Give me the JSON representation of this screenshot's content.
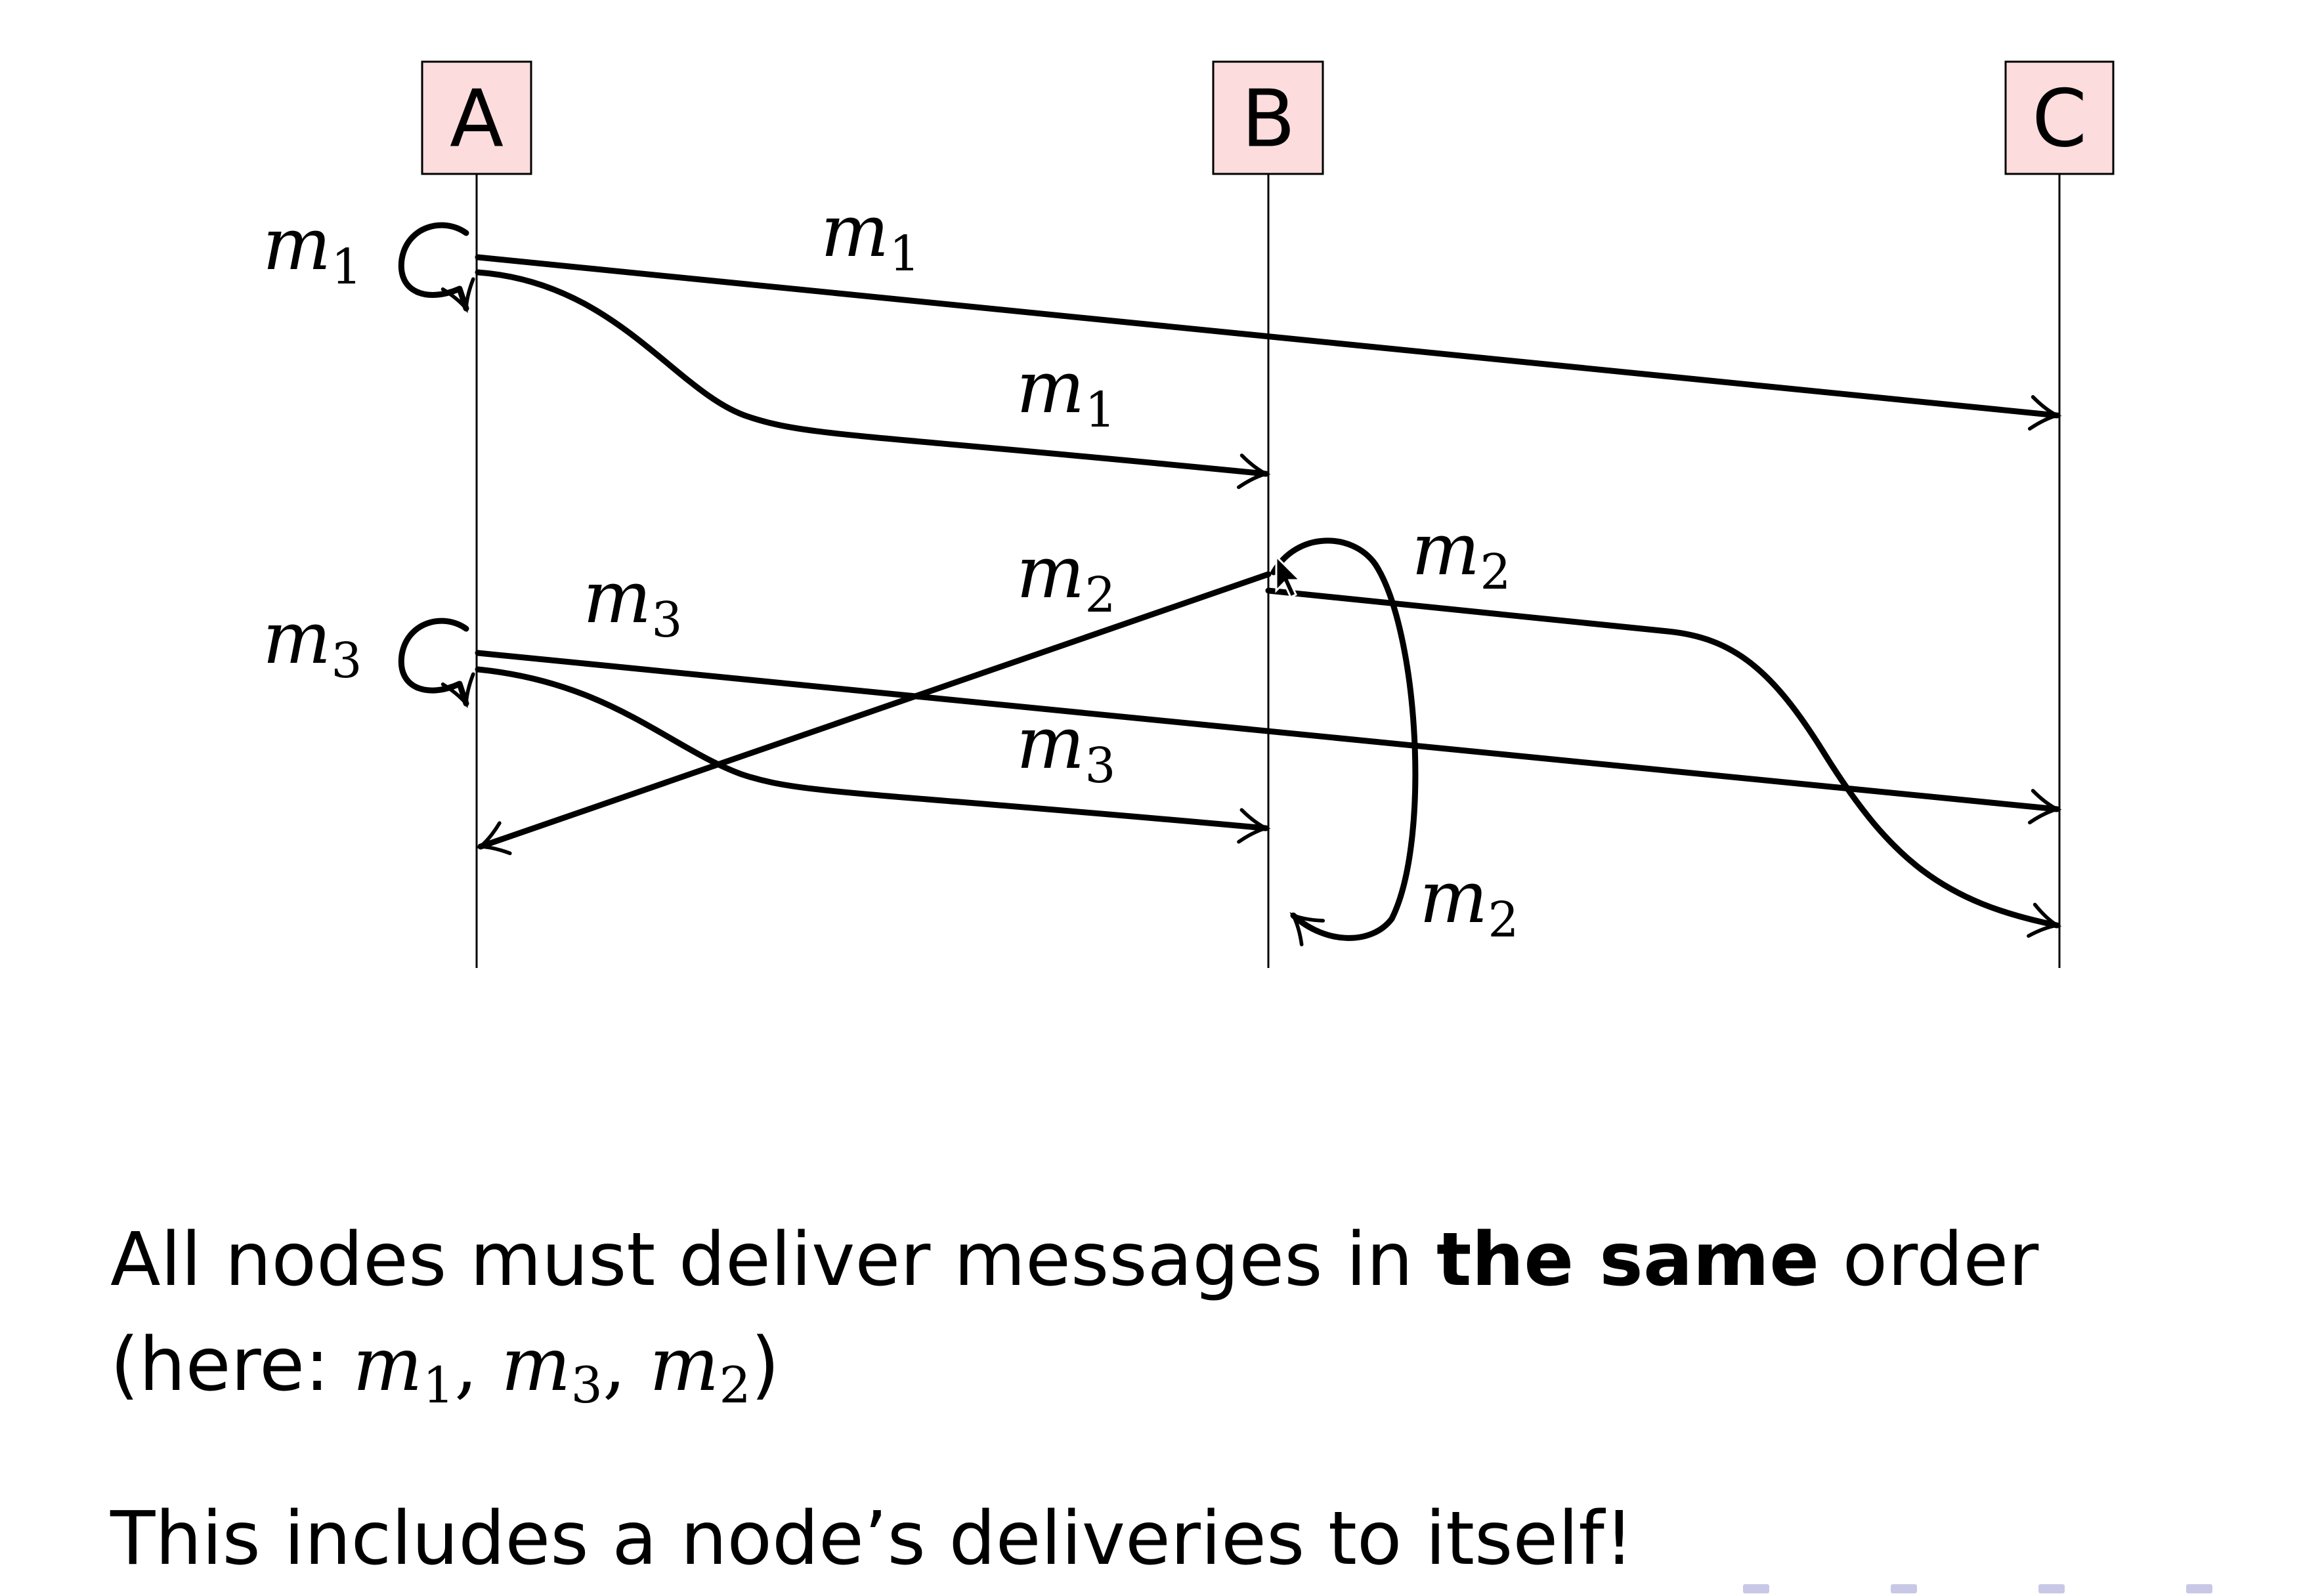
{
  "nodes": [
    "A",
    "B",
    "C"
  ],
  "message_labels": {
    "m1_broadcast": "m1",
    "m1_to_c": "m1",
    "m1_to_b": "m1",
    "m3_broadcast": "m3",
    "m3_to_c": "m3",
    "m3_to_b": "m3",
    "m2_to_a": "m2",
    "m2_to_c": "m2",
    "m2_to_self": "m2"
  },
  "caption": {
    "line1_before": "All nodes must deliver messages in ",
    "line1_bold": "the same",
    "line1_after": " order",
    "line2_prefix": "(here: ",
    "line2_order": [
      "m1",
      "m3",
      "m2"
    ],
    "line2_suffix": ")",
    "line3": "This includes a node’s deliveries to itself!"
  },
  "colors": {
    "node_fill": "#fcdcdc",
    "line": "#000000"
  }
}
